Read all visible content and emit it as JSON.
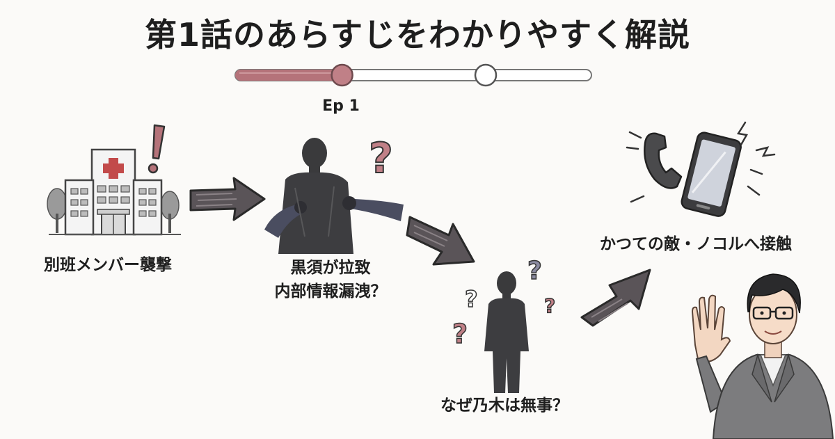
{
  "title": "第1話のあらすじをわかりやすく解説",
  "timeline": {
    "current_label": "Ep 1",
    "progress": 0.3,
    "markers": 2,
    "accent_color": "#b5737a"
  },
  "steps": [
    {
      "id": "attack",
      "lines": [
        "別班メンバー襲撃"
      ]
    },
    {
      "id": "kurosu",
      "lines": [
        "黒須が拉致",
        "内部情報漏洩？"
      ]
    },
    {
      "id": "nogi",
      "lines": [
        "なぜ乃木は無事？"
      ]
    },
    {
      "id": "contact",
      "lines": [
        "かつての敵・ノコルへ接触"
      ]
    }
  ],
  "icons": {
    "attack": "hospital-building-icon",
    "alert": "exclamation-icon",
    "kurosu": "captured-man-silhouette-icon",
    "nogi": "standing-man-silhouette-icon",
    "contact": "phone-and-smartphone-icon",
    "narrator": "narrator-man-waving-icon"
  }
}
